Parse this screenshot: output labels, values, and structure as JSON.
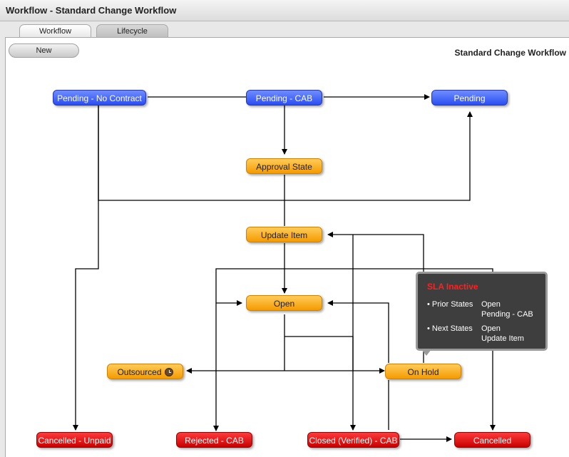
{
  "window": {
    "title": "Workflow - Standard Change Workflow"
  },
  "tabs": [
    {
      "label": "Workflow",
      "active": true
    },
    {
      "label": "Lifecycle",
      "active": false
    }
  ],
  "toolbar": {
    "new_label": "New"
  },
  "workflow": {
    "name": "Standard Change Workflow",
    "states": {
      "pending_no_contract": "Pending - No Contract",
      "pending_cab": "Pending - CAB",
      "pending": "Pending",
      "approval_state": "Approval State",
      "update_item": "Update Item",
      "open": "Open",
      "outsourced": "Outsourced",
      "on_hold": "On Hold",
      "cancelled_unpaid": "Cancelled - Unpaid",
      "rejected_cab": "Rejected - CAB",
      "closed_verified_cab": "Closed (Verified) - CAB",
      "cancelled": "Cancelled"
    },
    "state_colors": {
      "blue": "#2a4df2",
      "orange": "#f59a00",
      "red": "#c80000"
    },
    "outsourced_icon": "clock-icon"
  },
  "tooltip": {
    "title": "SLA Inactive",
    "prior_label": "• Prior States",
    "prior_states": [
      "Open",
      "Pending - CAB"
    ],
    "next_label": "• Next States",
    "next_states": [
      "Open",
      "Update Item"
    ]
  }
}
